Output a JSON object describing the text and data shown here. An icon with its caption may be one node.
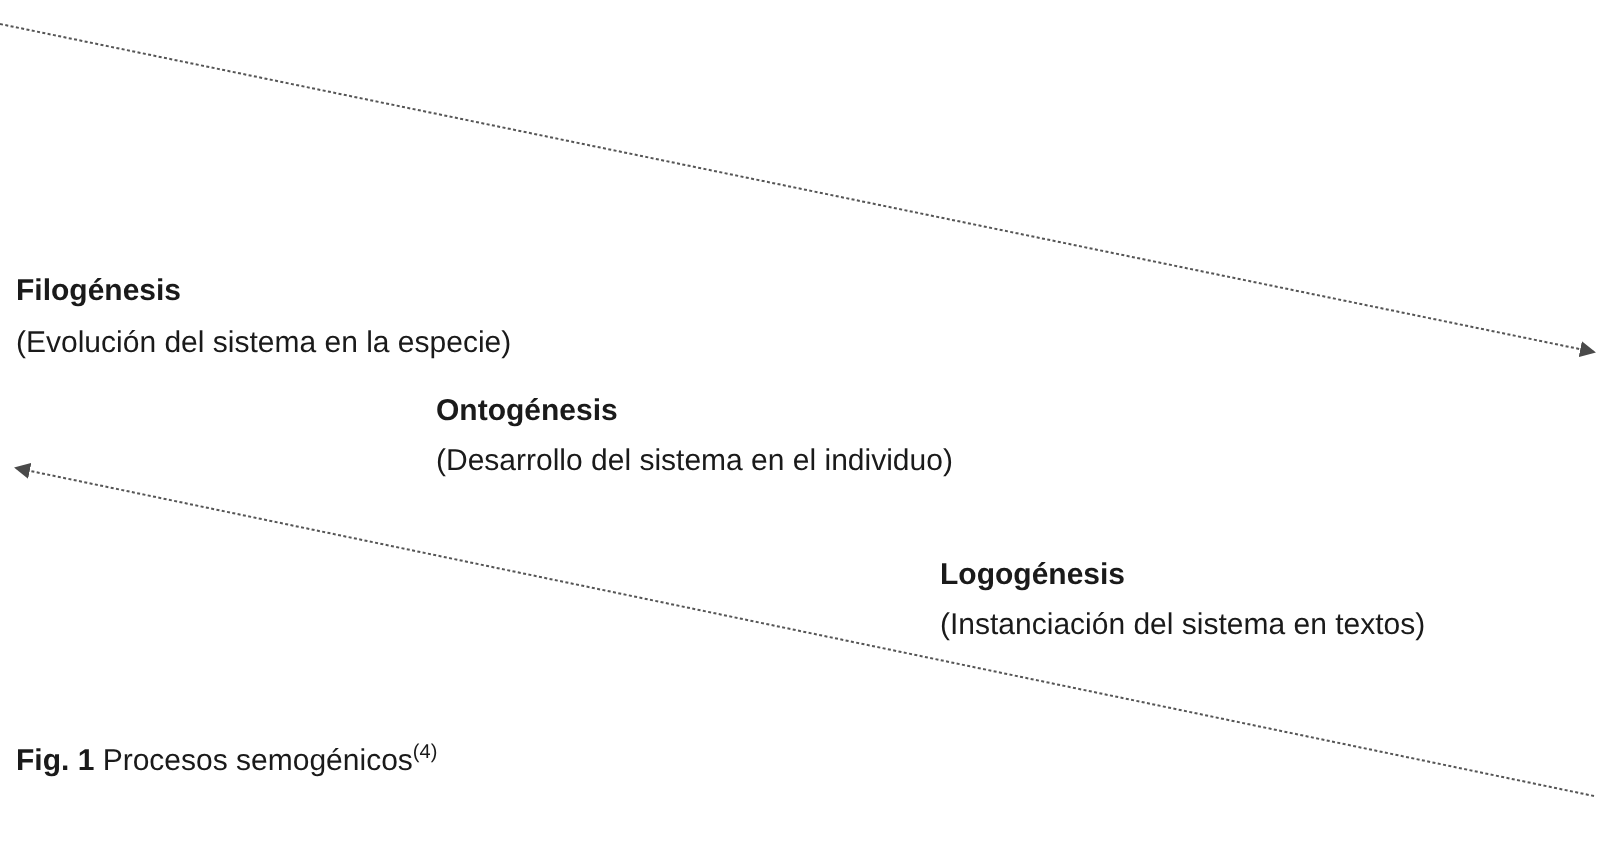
{
  "diagram": {
    "caption": "**Fig. 1** Procesos semogénicos$^{(4)}$",
    "labels": [
      "Filogénesis",
      "(Evolución del sistema en la especie)",
      "Ontogénesis",
      "(Desarrollo del sistema en el individuo)",
      "Logogénesis",
      "(Instanciación del sistema en textos)"
    ]
  }
}
